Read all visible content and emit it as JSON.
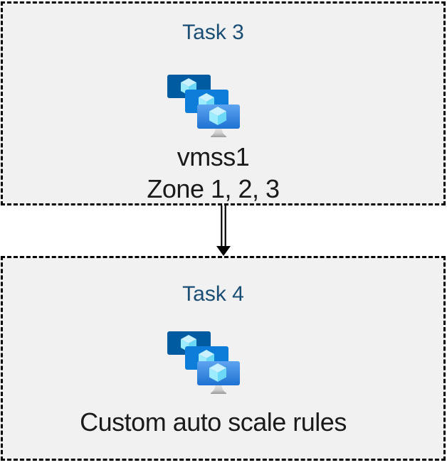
{
  "diagram": {
    "boxes": [
      {
        "title": "Task 3",
        "icon": "vm-scale-sets-icon",
        "lines": [
          "vmss1",
          "Zone 1, 2, 3"
        ]
      },
      {
        "title": "Task 4",
        "icon": "vm-scale-sets-icon",
        "lines": [
          "Custom auto scale rules"
        ]
      }
    ],
    "connector": {
      "type": "double-line-arrow",
      "direction": "down"
    },
    "colors": {
      "box_background": "#f1f1f1",
      "box_border": "#000000",
      "title_text": "#1a4e74",
      "body_text": "#1a1a1a",
      "arrow": "#000000",
      "monitor_back": "#005ba1",
      "monitor_middle": "#0e7dd9",
      "monitor_front_top": "#5ea4f0",
      "monitor_front_bottom": "#1e72d2",
      "cube_top": "#c9f1ff",
      "cube_left": "#9cebff",
      "cube_right": "#6bd8f7",
      "stand_light": "#dcdcdc",
      "stand_dark": "#9a9a9a"
    }
  }
}
